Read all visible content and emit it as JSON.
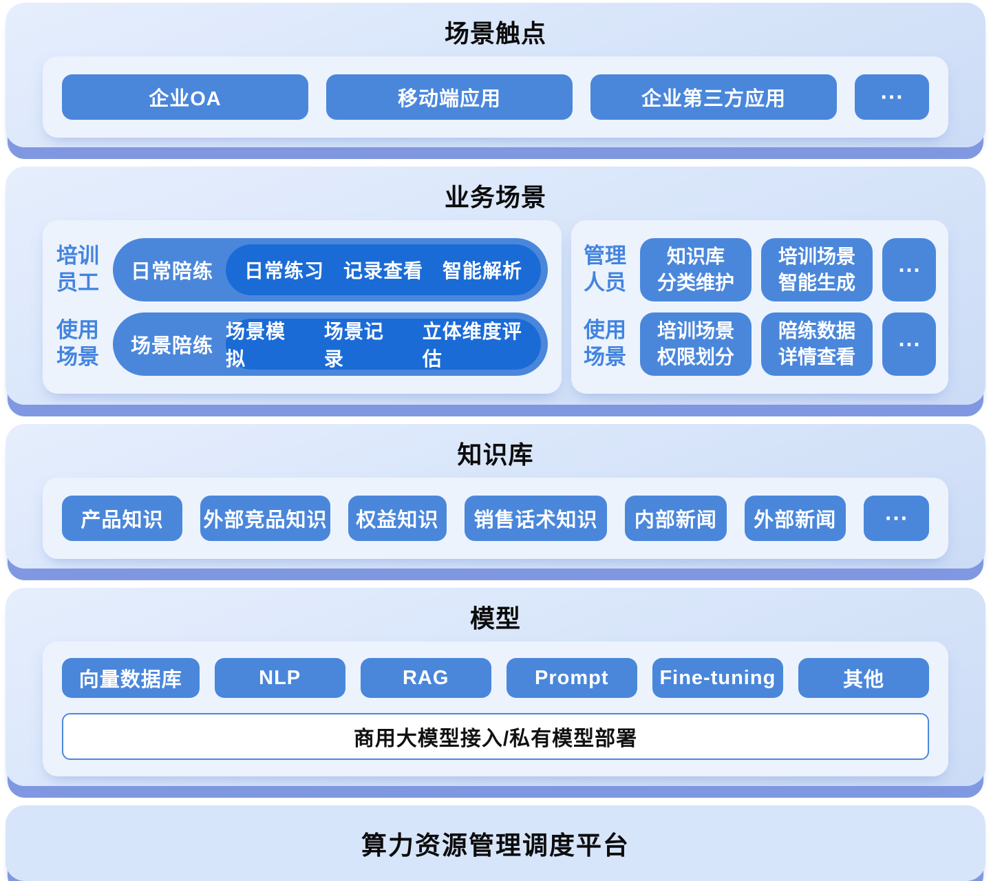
{
  "sections": {
    "touchpoints": {
      "title": "场景触点",
      "items": [
        "企业OA",
        "移动端应用",
        "企业第三方应用",
        "⋯"
      ]
    },
    "business": {
      "title": "业务场景",
      "left": {
        "rows": [
          {
            "side_label": "培训\n员工",
            "pill_label": "日常陪练",
            "items": [
              "日常练习",
              "记录查看",
              "智能解析"
            ]
          },
          {
            "side_label": "使用\n场景",
            "pill_label": "场景陪练",
            "items": [
              "场景模拟",
              "场景记录",
              "立体维度评估"
            ]
          }
        ]
      },
      "right": {
        "rows": [
          {
            "side_label": "管理\n人员",
            "buttons": [
              "知识库\n分类维护",
              "培训场景\n智能生成",
              "⋯"
            ]
          },
          {
            "side_label": "使用\n场景",
            "buttons": [
              "培训场景\n权限划分",
              "陪练数据\n详情查看",
              "⋯"
            ]
          }
        ]
      }
    },
    "knowledge": {
      "title": "知识库",
      "items": [
        "产品知识",
        "外部竞品知识",
        "权益知识",
        "销售话术知识",
        "内部新闻",
        "外部新闻",
        "⋯"
      ]
    },
    "model": {
      "title": "模型",
      "items": [
        "向量数据库",
        "NLP",
        "RAG",
        "Prompt",
        "Fine-tuning",
        "其他"
      ],
      "bar": "商用大模型接入/私有模型部署"
    },
    "platform": {
      "title": "算力资源管理调度平台"
    }
  },
  "colors": {
    "button_blue": "#4a87db",
    "deep_pill_blue": "#1b6bd6",
    "side_label_blue": "#4384de",
    "section_bg": "#d9e6fa",
    "panel_bg": "#ecf3fd",
    "section_shadow": "#8098e1"
  }
}
